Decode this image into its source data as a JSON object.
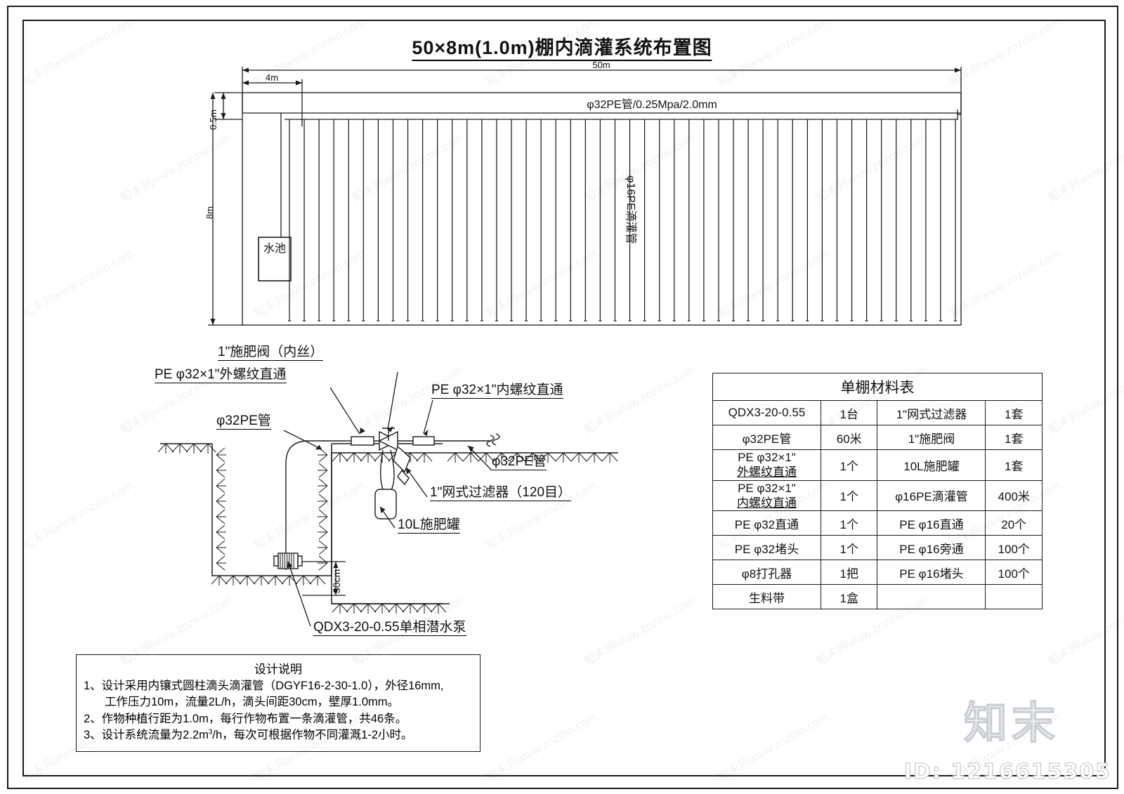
{
  "sheet": {
    "title": "50×8m(1.0m)棚内滴灌系统布置图"
  },
  "plan": {
    "dim_total_length": "50m",
    "dim_offset": "4m",
    "dim_height": "8m",
    "dim_small_height": "0.5m",
    "mainline_label": "φ32PE管/0.25Mpa/2.0mm",
    "dripline_label": "φ16PE滴灌管",
    "pool_label": "水池",
    "driplines_count": 46
  },
  "detail": {
    "fertilizer_valve": "1\"施肥阀（内丝）",
    "male_thread_coupling": "PE φ32×1\"外螺纹直通",
    "female_thread_coupling": "PE φ32×1\"内螺纹直通",
    "pe32_pipe_left": "φ32PE管",
    "pe32_pipe_right": "φ32PE管",
    "screen_filter": "1\"网式过滤器（120目）",
    "fertilizer_tank": "10L施肥罐",
    "pump": "QDX3-20-0.55单相潜水泵",
    "depth_dim": "30cm"
  },
  "materials": {
    "title": "单棚材料表",
    "rows": [
      {
        "name": "QDX3-20-0.55",
        "qty": "1台",
        "name2": "1\"网式过滤器",
        "qty2": "1套"
      },
      {
        "name": "φ32PE管",
        "qty": "60米",
        "name2": "1\"施肥阀",
        "qty2": "1套"
      },
      {
        "name": "PE φ32×1\"\n外螺纹直通",
        "name_l1": "PE φ32×1\"",
        "name_l2": "外螺纹直通",
        "qty": "1个",
        "name2": "10L施肥罐",
        "qty2": "1套"
      },
      {
        "name": "PE φ32×1\"\n内螺纹直通",
        "name_l1": "PE φ32×1\"",
        "name_l2": "内螺纹直通",
        "qty": "1个",
        "name2": "φ16PE滴灌管",
        "qty2": "400米"
      },
      {
        "name": "PE φ32直通",
        "qty": "1个",
        "name2": "PE φ16直通",
        "qty2": "20个"
      },
      {
        "name": "PE φ32堵头",
        "qty": "1个",
        "name2": "PE φ16旁通",
        "qty2": "100个"
      },
      {
        "name": "φ8打孔器",
        "qty": "1把",
        "name2": "PE φ16堵头",
        "qty2": "100个"
      },
      {
        "name": "生料带",
        "qty": "1盒",
        "name2": "",
        "qty2": ""
      }
    ]
  },
  "notes": {
    "title": "设计说明",
    "line1a": "1、设计采用内镶式圆柱滴头滴灌管（DGYF16-2-30-1.0），外径16mm,",
    "line1b": "工作压力10m，流量2L/h，滴头间距30cm，壁厚1.0mm。",
    "line2": "2、作物种植行距为1.0m，每行作物布置一条滴灌管，共46条。",
    "line3a": "3、设计系统流量为2.2m",
    "line3sup": "3",
    "line3b": "/h，每次可根据作物不同灌溉1-2小时。"
  },
  "watermark": {
    "text": "知末网www.znzmo.com",
    "brand": "知末",
    "id": "ID: 1216615305"
  }
}
